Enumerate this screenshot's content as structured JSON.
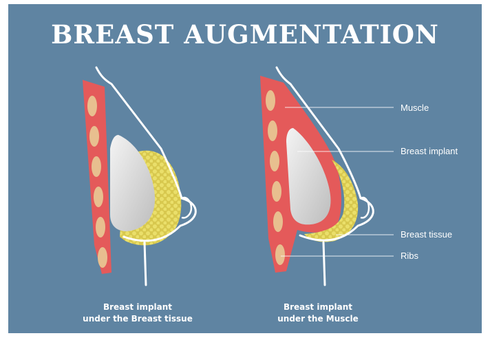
{
  "title": "BREAST AUGMENTATION",
  "labels": {
    "muscle": "Muscle",
    "implant": "Breast implant",
    "tissue": "Breast tissue",
    "ribs": "Ribs"
  },
  "captions": {
    "left": {
      "line1": "Breast implant",
      "line2": "under the Breast tissue"
    },
    "right": {
      "line1": "Breast implant",
      "line2": "under the Muscle"
    }
  },
  "colors": {
    "background": "#5f84a2",
    "muscle": "#e45a5a",
    "rib": "#e8bf8f",
    "implant": "#d9d9d9",
    "tissue": "#e6d85a",
    "outline": "#ffffff"
  }
}
